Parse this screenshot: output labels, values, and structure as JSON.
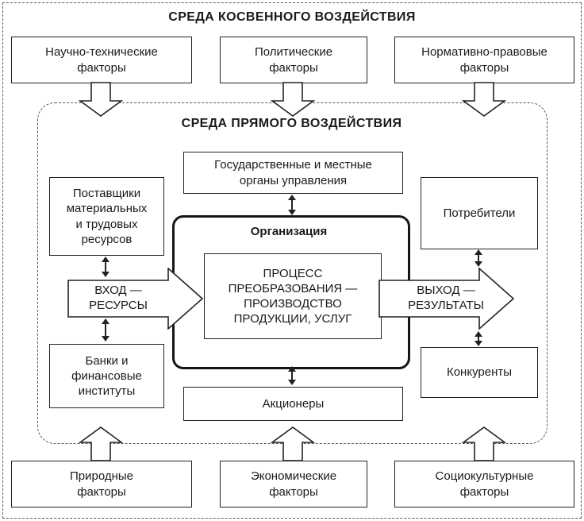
{
  "titles": {
    "indirect": "СРЕДА КОСВЕННОГО ВОЗДЕЙСТВИЯ",
    "direct": "СРЕДА ПРЯМОГО ВОЗДЕЙСТВИЯ"
  },
  "indirect_factors": {
    "top": [
      {
        "label": "Научно-технические\nфакторы"
      },
      {
        "label": "Политические\nфакторы"
      },
      {
        "label": "Нормативно-правовые\nфакторы"
      }
    ],
    "bottom": [
      {
        "label": "Природные\nфакторы"
      },
      {
        "label": "Экономические\nфакторы"
      },
      {
        "label": "Социокультурные\nфакторы"
      }
    ]
  },
  "direct_factors": {
    "government": "Государственные и местные\nорганы управления",
    "suppliers": "Поставщики\nматериальных\nи трудовых\nресурсов",
    "consumers": "Потребители",
    "banks": "Банки и\nфинансовые\nинституты",
    "shareholders": "Акционеры",
    "competitors": "Конкуренты"
  },
  "organization": {
    "title": "Организация",
    "process": "ПРОЦЕСС\nПРЕОБРАЗОВАНИЯ —\nПРОИЗВОДСТВО\nПРОДУКЦИИ, УСЛУГ"
  },
  "flows": {
    "input": "ВХОД —\nРЕСУРСЫ",
    "output": "ВЫХОД —\nРЕЗУЛЬТАТЫ"
  },
  "colors": {
    "line": "#222222",
    "text": "#1a1a1a",
    "background": "#ffffff"
  }
}
